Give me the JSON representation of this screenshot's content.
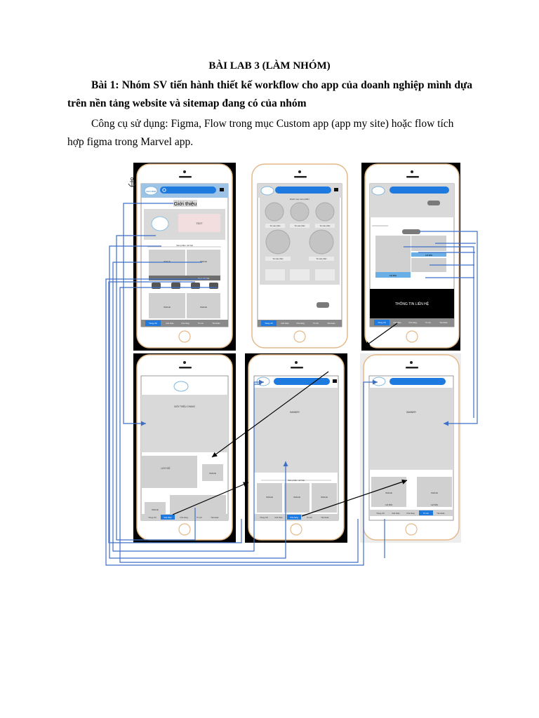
{
  "document": {
    "title": "BÀI LAB 3 (LÀM NHÓM)",
    "task_label": "Bài 1:",
    "task_text": "Nhóm SV tiến hành thiết kế workflow cho app của doanh nghiệp mình dựa trên nền tảng website và sitemap đang có của nhóm",
    "tools_text": "Công cụ sử dụng: Figma, Flow trong mục Custom app (app my site) hoặc flow tích hợp figma trong Marvel app."
  },
  "figure": {
    "anchor_icon": "anchor-icon",
    "screens": {
      "home": {
        "logo": "INFO BNB",
        "section_label": "Giới thiệu",
        "tagline": "TEXT",
        "products_label": "Sản phẩm nổi bật",
        "image": "IMAGE",
        "see_more": "Xem chi tiết",
        "tabs": [
          "Trang chủ",
          "Giới thiệu",
          "Cửa hàng",
          "Tin tức",
          "Tài khoản"
        ]
      },
      "products": {
        "products_label": "Danh mục sản phẩm",
        "product_names": [
          "Tên sản phẩm",
          "Tên sản phẩm",
          "Tên sản phẩm",
          "Tên sản phẩm",
          "Tên sản phẩm"
        ],
        "tabs": [
          "Trang chủ",
          "Giới thiệu",
          "Cửa hàng",
          "Tin tức",
          "Tài khoản"
        ]
      },
      "detail": {
        "button_small": "",
        "add_to_cart": "",
        "price_label": "GIÁ BÁN",
        "contact": "THÔNG TIN LIÊN HỆ",
        "tabs": [
          "Trang chủ",
          "Giới thiệu",
          "Cửa hàng",
          "Tin tức",
          "Tài khoản"
        ]
      },
      "about": {
        "intro_title": "GIỚI THIỆU CHUNG",
        "history": "LỊCH SỬ",
        "image": "IMAGE",
        "tabs": [
          "Trang chủ",
          "Giới thiệu",
          "Cửa hàng",
          "Tin tức",
          "Tài khoản"
        ]
      },
      "shop": {
        "banner": "BANNER",
        "products_label": "Sản phẩm nổi bật",
        "image": "IMAGE",
        "tabs": [
          "Trang chủ",
          "Giới thiệu",
          "Cửa hàng",
          "Tin tức",
          "Tài khoản"
        ]
      },
      "news": {
        "banner": "BANNER",
        "image": "IMAGE",
        "price_label": "GIÁ BÁN",
        "tabs": [
          "Trang chủ",
          "Giới thiệu",
          "Cửa hàng",
          "Tin tức",
          "Tài khoản"
        ]
      }
    }
  }
}
